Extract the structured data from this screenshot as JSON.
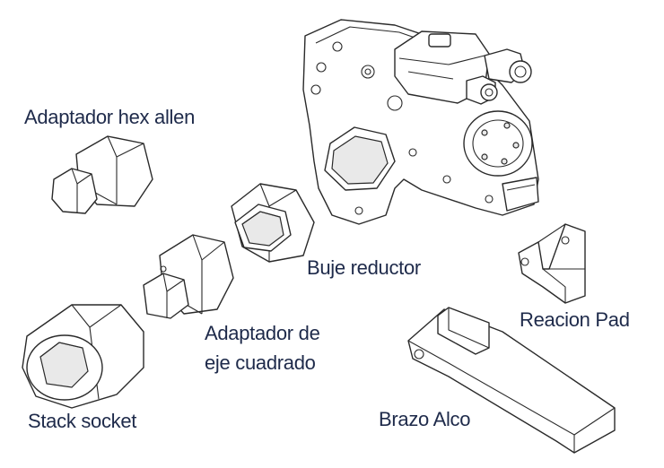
{
  "labels": {
    "hex_allen": "Adaptador hex allen",
    "buje": "Buje reductor",
    "square_line1": "Adaptador de",
    "square_line2": "eje cuadrado",
    "reaction_pad": "Reacion Pad",
    "stack_socket": "Stack socket",
    "arm": "Brazo Alco"
  },
  "colors": {
    "label_text": "#1e2a4a",
    "line": "#2a2a2a",
    "background": "#ffffff"
  }
}
